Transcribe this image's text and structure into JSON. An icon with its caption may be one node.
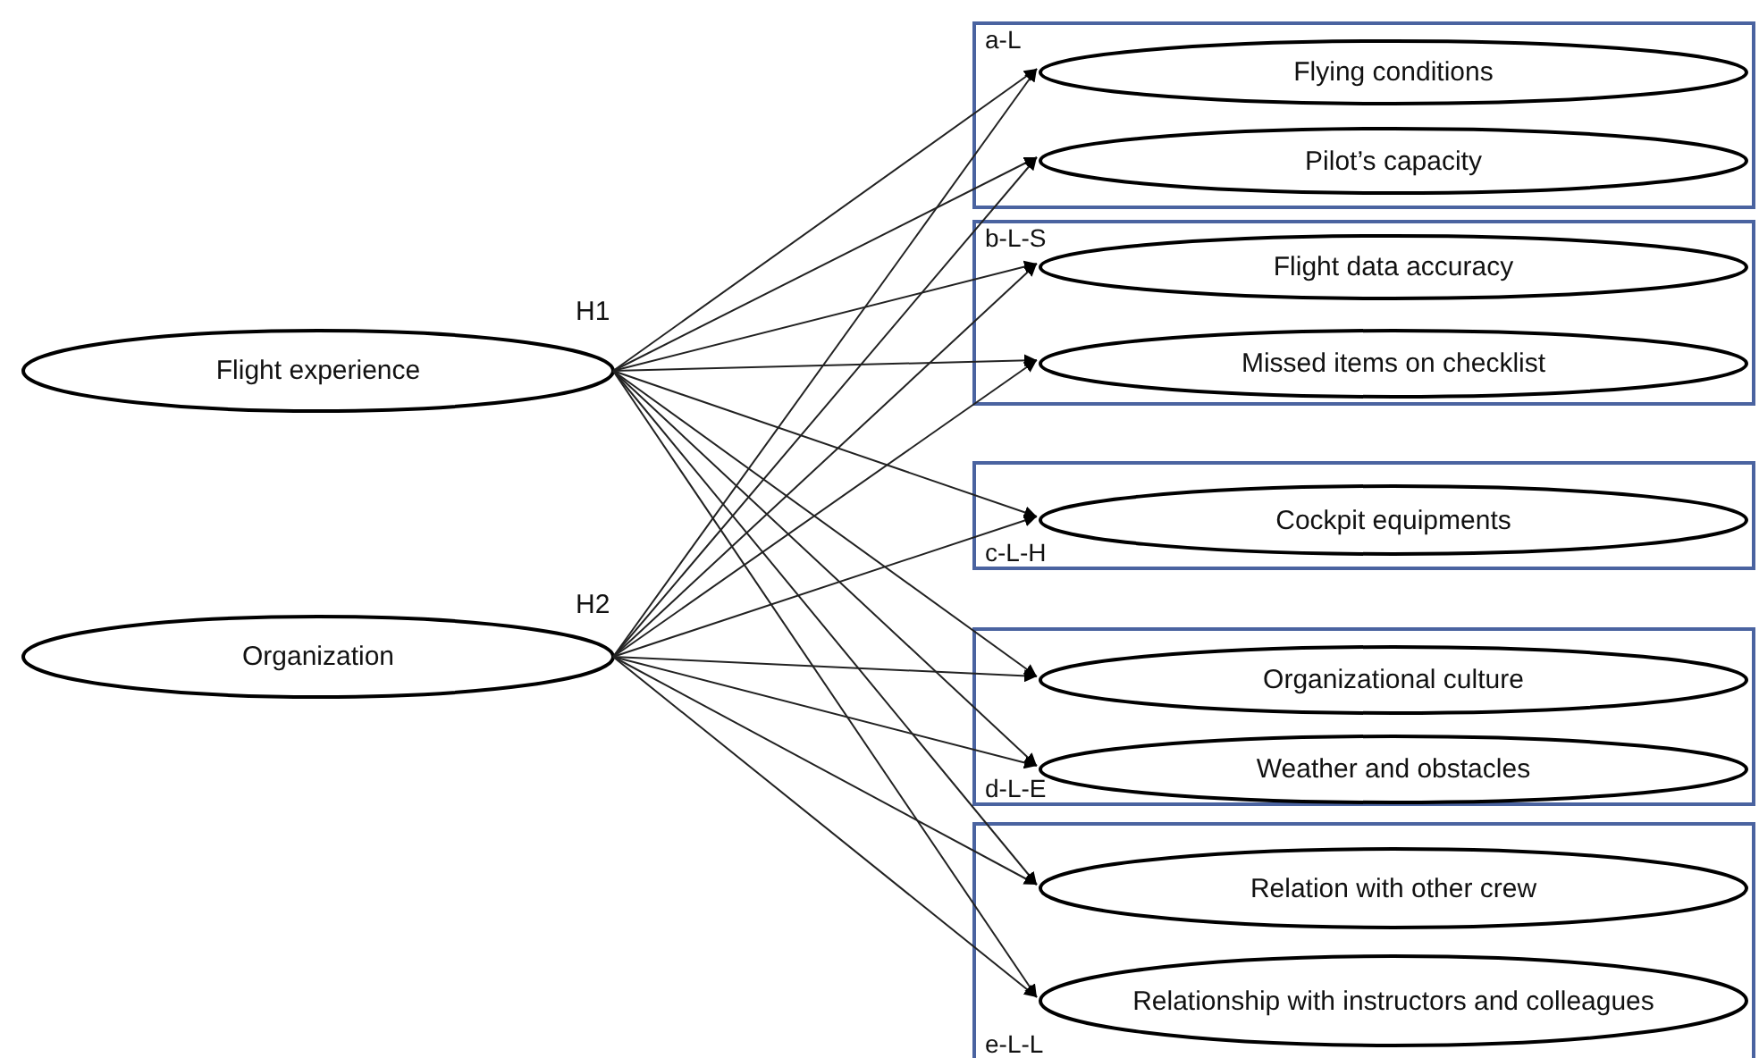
{
  "diagram": {
    "nodes": [
      {
        "text": [
          "Flight experience"
        ],
        "beside": [
          "H1"
        ]
      },
      {
        "text": [
          "Organization"
        ],
        "beside": [
          "H2"
        ]
      },
      {
        "text": [
          "a-L"
        ]
      },
      {
        "text": [
          "Flying conditions"
        ],
        "in": 2
      },
      {
        "text": [
          "Pilot’s capacity"
        ],
        "in": 2
      },
      {
        "text": [
          "b-L-S"
        ]
      },
      {
        "text": [
          "Flight data accuracy"
        ],
        "in": 5
      },
      {
        "text": [
          "Missed items on checklist"
        ],
        "in": 5
      },
      {
        "text": [
          "c-L-H"
        ]
      },
      {
        "text": [
          "Cockpit equipments"
        ],
        "in": 8
      },
      {
        "text": [
          "d-L-E"
        ]
      },
      {
        "text": [
          "Organizational culture"
        ],
        "in": 10
      },
      {
        "text": [
          "Weather and obstacles"
        ],
        "in": 10
      },
      {
        "text": [
          "e-L-L"
        ]
      },
      {
        "text": [
          "Relation with other crew"
        ],
        "in": 13
      },
      {
        "text": [
          "Relationship with instructors and colleagues"
        ],
        "in": 13
      }
    ],
    "edges": [
      {
        "from": 0,
        "to": 3,
        "arrow": "to"
      },
      {
        "from": 0,
        "to": 4,
        "arrow": "to"
      },
      {
        "from": 0,
        "to": 6,
        "arrow": "to"
      },
      {
        "from": 0,
        "to": 7,
        "arrow": "to"
      },
      {
        "from": 0,
        "to": 9,
        "arrow": "to"
      },
      {
        "from": 0,
        "to": 11,
        "arrow": "to"
      },
      {
        "from": 0,
        "to": 12,
        "arrow": "to"
      },
      {
        "from": 0,
        "to": 14,
        "arrow": "to"
      },
      {
        "from": 0,
        "to": 15,
        "arrow": "to"
      },
      {
        "from": 1,
        "to": 3,
        "arrow": "to"
      },
      {
        "from": 1,
        "to": 4,
        "arrow": "to"
      },
      {
        "from": 1,
        "to": 6,
        "arrow": "to"
      },
      {
        "from": 1,
        "to": 7,
        "arrow": "to"
      },
      {
        "from": 1,
        "to": 9,
        "arrow": "to"
      },
      {
        "from": 1,
        "to": 11,
        "arrow": "to"
      },
      {
        "from": 1,
        "to": 12,
        "arrow": "to"
      },
      {
        "from": 1,
        "to": 14,
        "arrow": "to"
      },
      {
        "from": 1,
        "to": 15,
        "arrow": "to"
      }
    ]
  }
}
